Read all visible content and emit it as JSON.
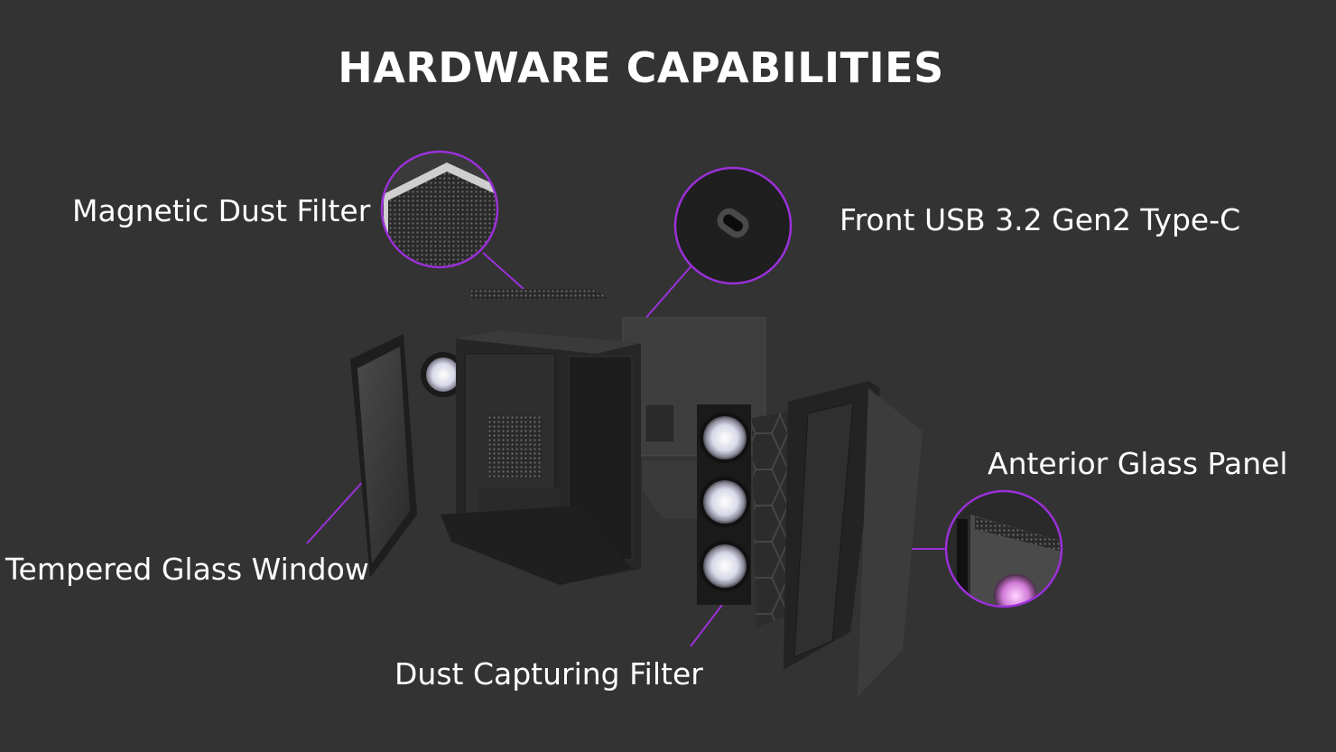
{
  "title": "HARDWARE CAPABILITIES",
  "callouts": {
    "magnetic_dust_filter": "Magnetic Dust Filter",
    "front_usb": "Front USB 3.2 Gen2 Type-C",
    "anterior_glass_panel": "Anterior Glass Panel",
    "tempered_glass_window": "Tempered Glass Window",
    "dust_capturing_filter": "Dust Capturing Filter"
  },
  "colors": {
    "background": "#333333",
    "accent": "#9b30d9",
    "text": "#ffffff"
  }
}
